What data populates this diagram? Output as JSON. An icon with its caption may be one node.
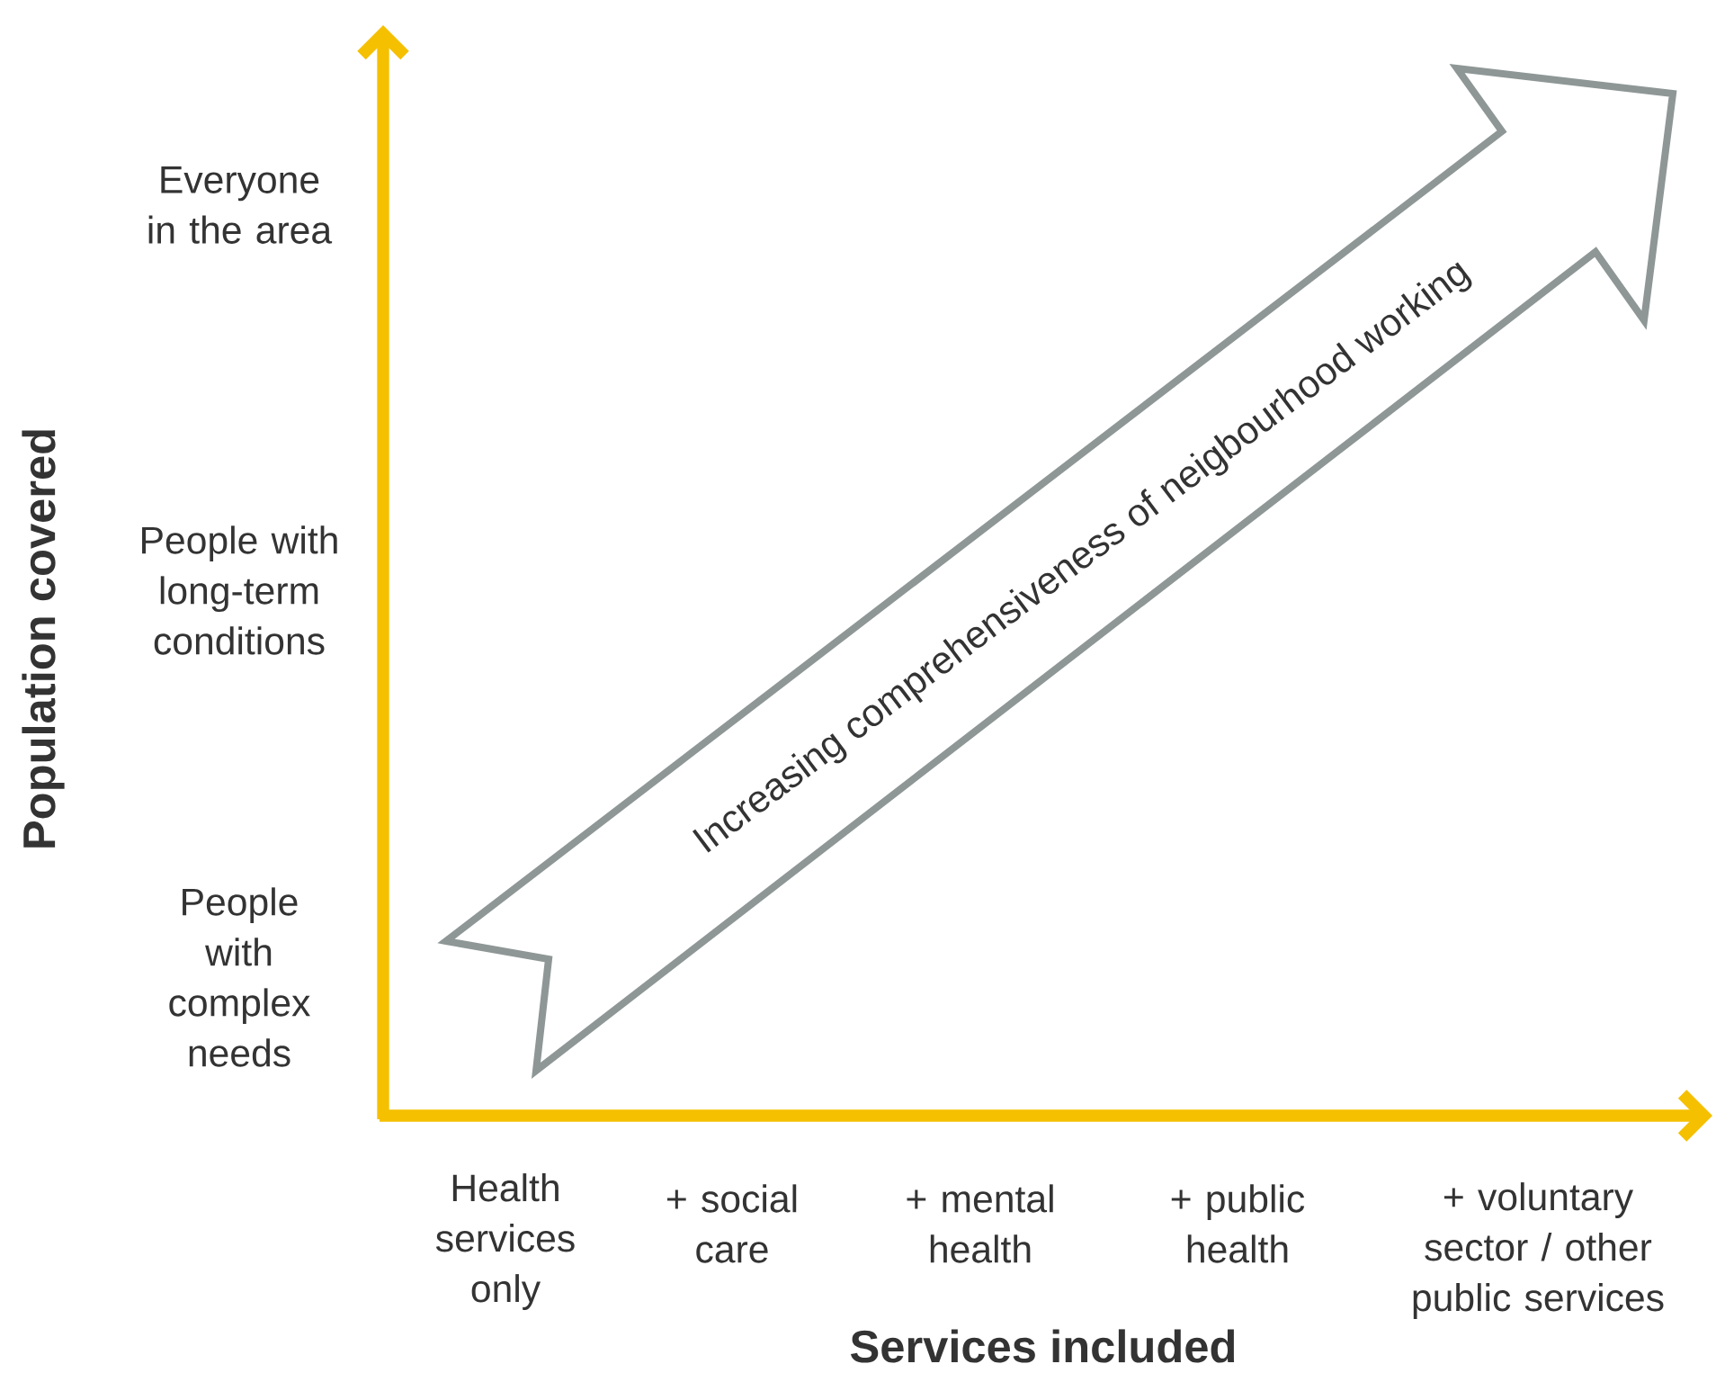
{
  "diagram": {
    "nodes": [
      {
        "text": [
          "Increasing comprehensiveness of neigbourhood working"
        ]
      }
    ],
    "labels": [
      "Everyone in the area",
      "People with long-term conditions",
      "People with complex needs",
      "Population covered",
      "Health services only",
      "+ social care",
      "+ mental health",
      "+ public health",
      "+ voluntary sector / other public services",
      "Services included"
    ]
  }
}
